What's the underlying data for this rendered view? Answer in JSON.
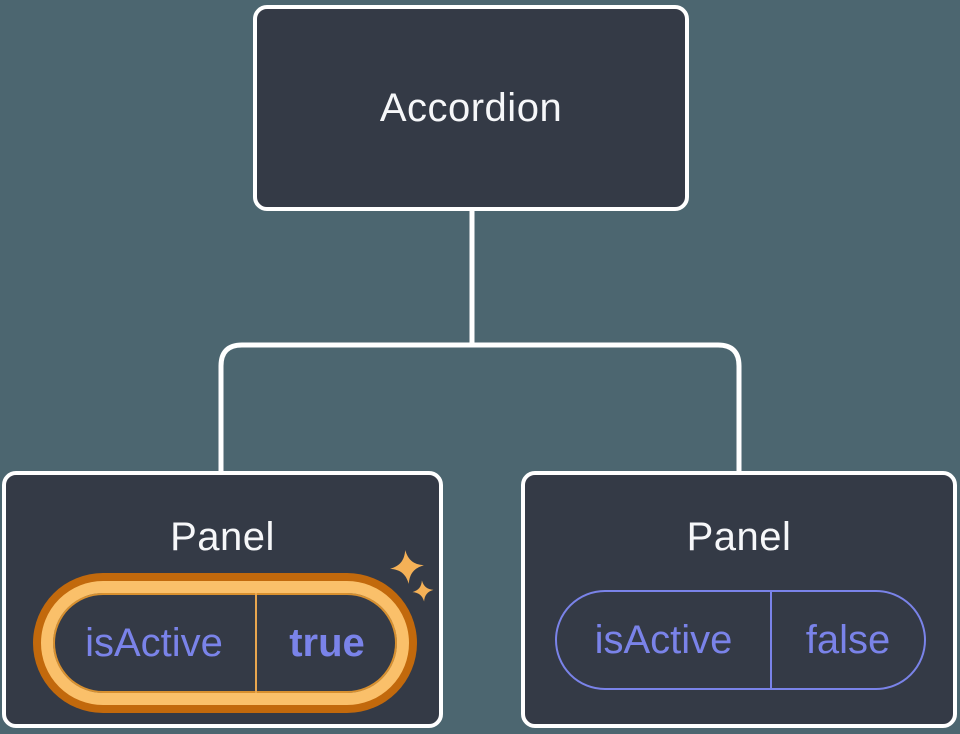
{
  "diagram": {
    "root": {
      "label": "Accordion"
    },
    "children": [
      {
        "label": "Panel",
        "state": {
          "key": "isActive",
          "value": "true"
        },
        "highlighted": true
      },
      {
        "label": "Panel",
        "state": {
          "key": "isActive",
          "value": "false"
        },
        "highlighted": false
      }
    ]
  },
  "icons": {
    "sparkles": "sparkles-icon"
  },
  "colors": {
    "background": "#4C6670",
    "node_fill": "#343A46",
    "node_border": "#FFFFFF",
    "connector": "#FFFFFF",
    "title_text": "#F6F7F9",
    "state_text": "#7A83E9",
    "state_stroke": "#7A83E9",
    "highlight_outer_ring": "#C2690C",
    "highlight_inner_ring": "#FAC06A",
    "highlight_thin_line": "#D8902F",
    "highlight_divider": "#E8A64F",
    "sparkle": "#F5B157"
  }
}
